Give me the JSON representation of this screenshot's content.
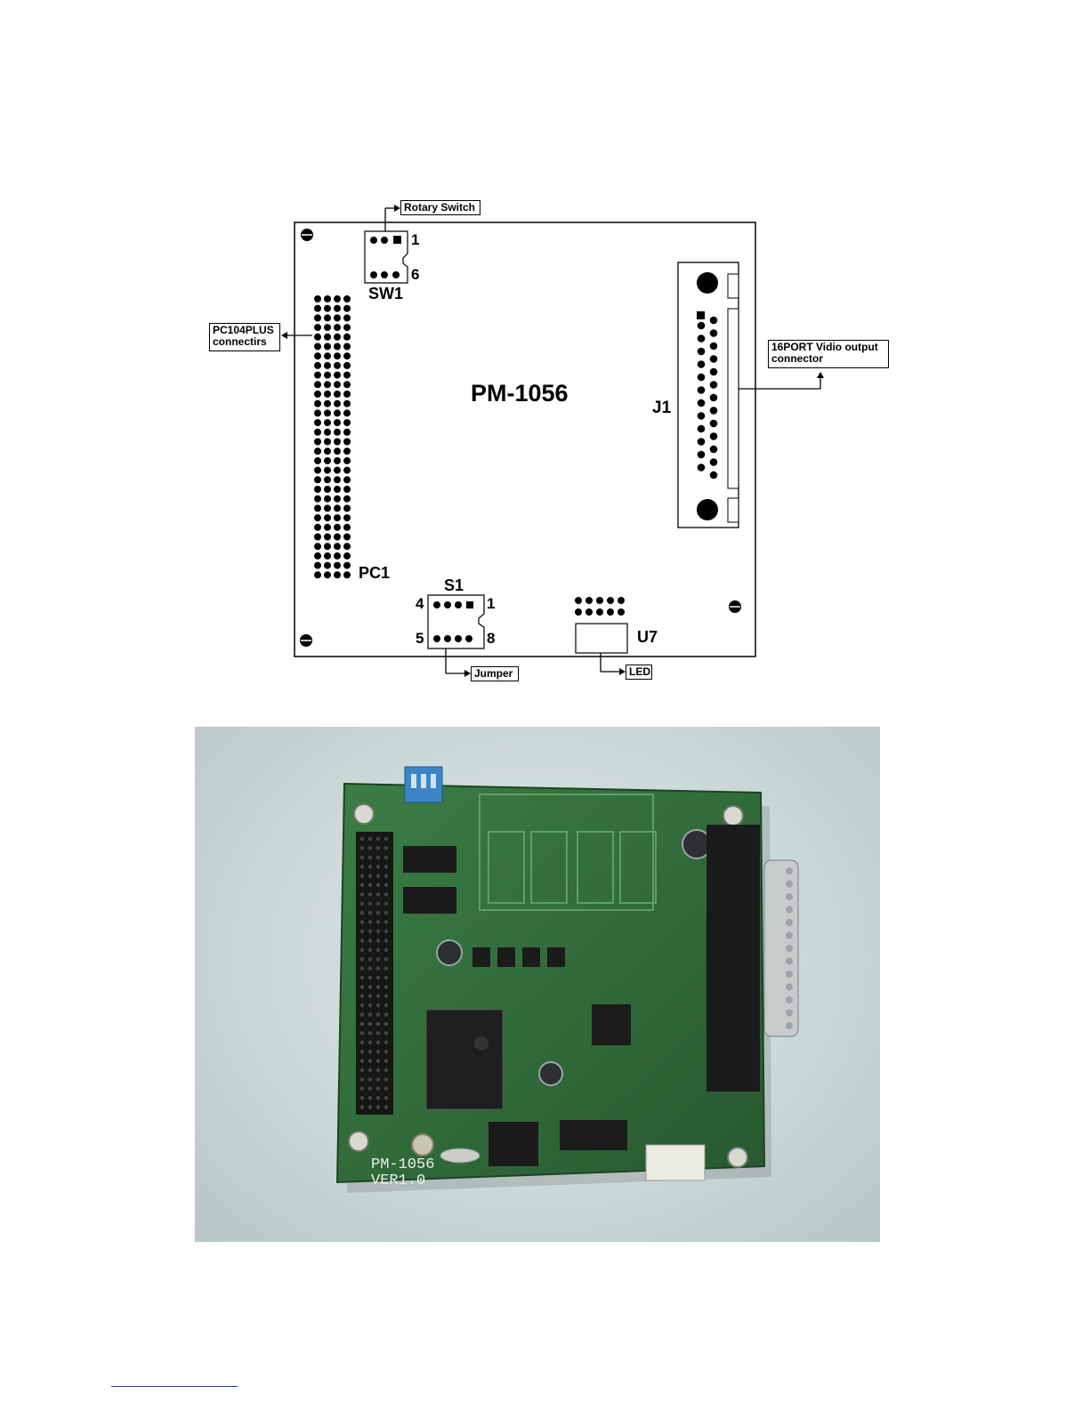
{
  "board": {
    "model": "PM-1056",
    "components": {
      "sw1": {
        "ref": "SW1",
        "pin_first": "1",
        "pin_last": "6"
      },
      "pc1": {
        "ref": "PC1"
      },
      "j1": {
        "ref": "J1"
      },
      "s1": {
        "ref": "S1",
        "pin_top_left": "4",
        "pin_top_right": "1",
        "pin_bottom_left": "5",
        "pin_bottom_right": "8"
      },
      "u7": {
        "ref": "U7"
      }
    }
  },
  "callouts": {
    "rotary_switch": "Rotary Switch",
    "pc104": [
      "PC104PLUS",
      "connectirs"
    ],
    "video_output": [
      "16PORT Vidio output",
      "connector"
    ],
    "jumper": "Jumper",
    "led": "LED"
  },
  "photo": {
    "board_silkscreen": [
      "PM-1056",
      "VER1.0"
    ],
    "pcb_color": "#2f6b3a",
    "background_color": "#cddbd9"
  }
}
